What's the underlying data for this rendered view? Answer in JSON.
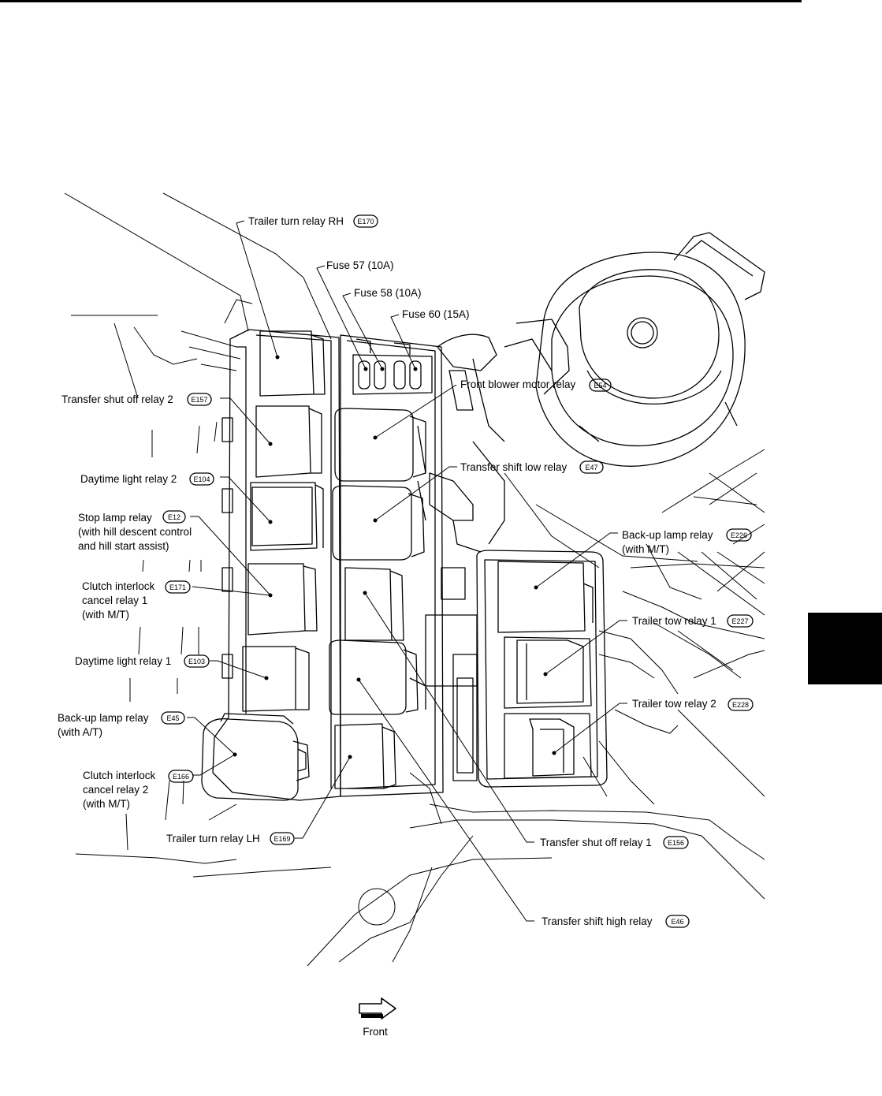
{
  "labels": {
    "trailer_turn_rh": {
      "text": "Trailer turn relay RH",
      "connector": "E170"
    },
    "fuse57": {
      "text": "Fuse 57 (10A)"
    },
    "fuse58": {
      "text": "Fuse 58 (10A)"
    },
    "fuse60": {
      "text": "Fuse 60 (15A)"
    },
    "transfer_shut_off_2": {
      "text": "Transfer shut off relay 2",
      "connector": "E157"
    },
    "front_blower": {
      "text": "Front blower motor relay",
      "connector": "E54"
    },
    "transfer_shift_low": {
      "text": "Transfer shift low relay",
      "connector": "E47"
    },
    "daytime_2": {
      "text": "Daytime light relay 2",
      "connector": "E104"
    },
    "stop_lamp": {
      "lines": [
        "Stop lamp relay",
        "(with hill descent control",
        "and hill start assist)"
      ],
      "connector": "E12"
    },
    "backup_mt": {
      "lines": [
        "Back-up lamp relay",
        "(with M/T)"
      ],
      "connector": "E226"
    },
    "clutch_1": {
      "lines": [
        "Clutch interlock",
        "cancel relay 1",
        "(with M/T)"
      ],
      "connector": "E171"
    },
    "trailer_tow_1": {
      "text": "Trailer tow relay 1",
      "connector": "E227"
    },
    "daytime_1": {
      "text": "Daytime light relay 1",
      "connector": "E103"
    },
    "trailer_tow_2": {
      "text": "Trailer tow relay 2",
      "connector": "E228"
    },
    "backup_at": {
      "lines": [
        "Back-up lamp relay",
        "(with A/T)"
      ],
      "connector": "E45"
    },
    "clutch_2": {
      "lines": [
        "Clutch interlock",
        "cancel relay 2",
        "(with M/T)"
      ],
      "connector": "E166"
    },
    "trailer_turn_lh": {
      "text": "Trailer turn relay LH",
      "connector": "E169"
    },
    "transfer_shut_off_1": {
      "text": "Transfer shut off relay 1",
      "connector": "E156"
    },
    "transfer_shift_high": {
      "text": "Transfer shift high relay",
      "connector": "E46"
    }
  },
  "front_indicator": {
    "label": "Front"
  }
}
